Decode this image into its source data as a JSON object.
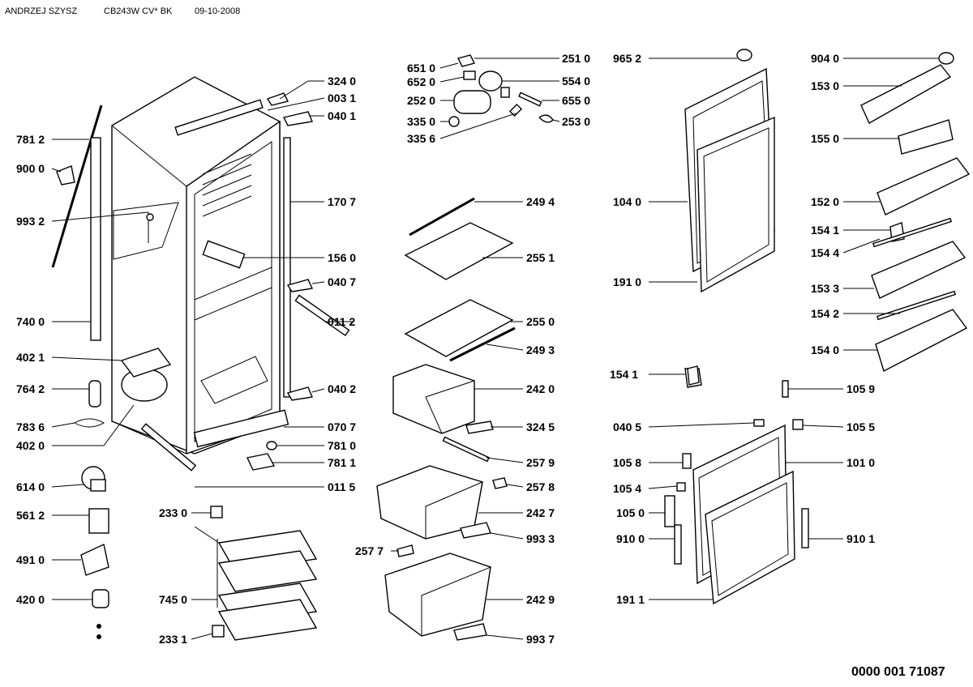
{
  "header": {
    "author": "ANDRZEJ  SZYSZ",
    "model": "CB243W CV* BK",
    "date": "09-10-2008"
  },
  "document_number": "0000 001 71087",
  "parts": {
    "p7812": "781 2",
    "p9000": "900 0",
    "p9932": "993 2",
    "p7400": "740 0",
    "p4021": "402 1",
    "p7642": "764 2",
    "p7836": "783 6",
    "p4020": "402 0",
    "p6140": "614 0",
    "p5612": "561 2",
    "p4910": "491 0",
    "p4200": "420 0",
    "p3240": "324 0",
    "p0031": "003 1",
    "p0401": "040 1",
    "p1707": "170 7",
    "p1560": "156 0",
    "p0407": "040 7",
    "p0112": "011 2",
    "p0402": "040 2",
    "p0707": "070 7",
    "p7810": "781 0",
    "p7811": "781 1",
    "p0115": "011 5",
    "p2330": "233 0",
    "p7450": "745 0",
    "p2331": "233 1",
    "p6510": "651 0",
    "p6520": "652 0",
    "p2520": "252 0",
    "p3350": "335 0",
    "p3356": "335 6",
    "p2510": "251 0",
    "p5540": "554 0",
    "p6550": "655 0",
    "p2530": "253 0",
    "p2494": "249 4",
    "p2551": "255 1",
    "p2550": "255 0",
    "p2493": "249 3",
    "p2420": "242 0",
    "p3245": "324 5",
    "p2579": "257 9",
    "p2578": "257 8",
    "p2427": "242 7",
    "p9933": "993 3",
    "p2577": "257 7",
    "p2429": "242 9",
    "p9937": "993 7",
    "p9652": "965 2",
    "p1040": "104 0",
    "p1910": "191 0",
    "p1541b": "154 1",
    "p0405": "040 5",
    "p1058": "105 8",
    "p1054": "105 4",
    "p1050": "105 0",
    "p9100": "910 0",
    "p1911": "191 1",
    "p1059": "105 9",
    "p1055": "105 5",
    "p1010": "101 0",
    "p9101": "910 1",
    "p9040": "904 0",
    "p1530": "153 0",
    "p1550": "155 0",
    "p1520": "152 0",
    "p1541": "154 1",
    "p1544": "154 4",
    "p1533": "153 3",
    "p1542": "154 2",
    "p1540": "154 0"
  }
}
